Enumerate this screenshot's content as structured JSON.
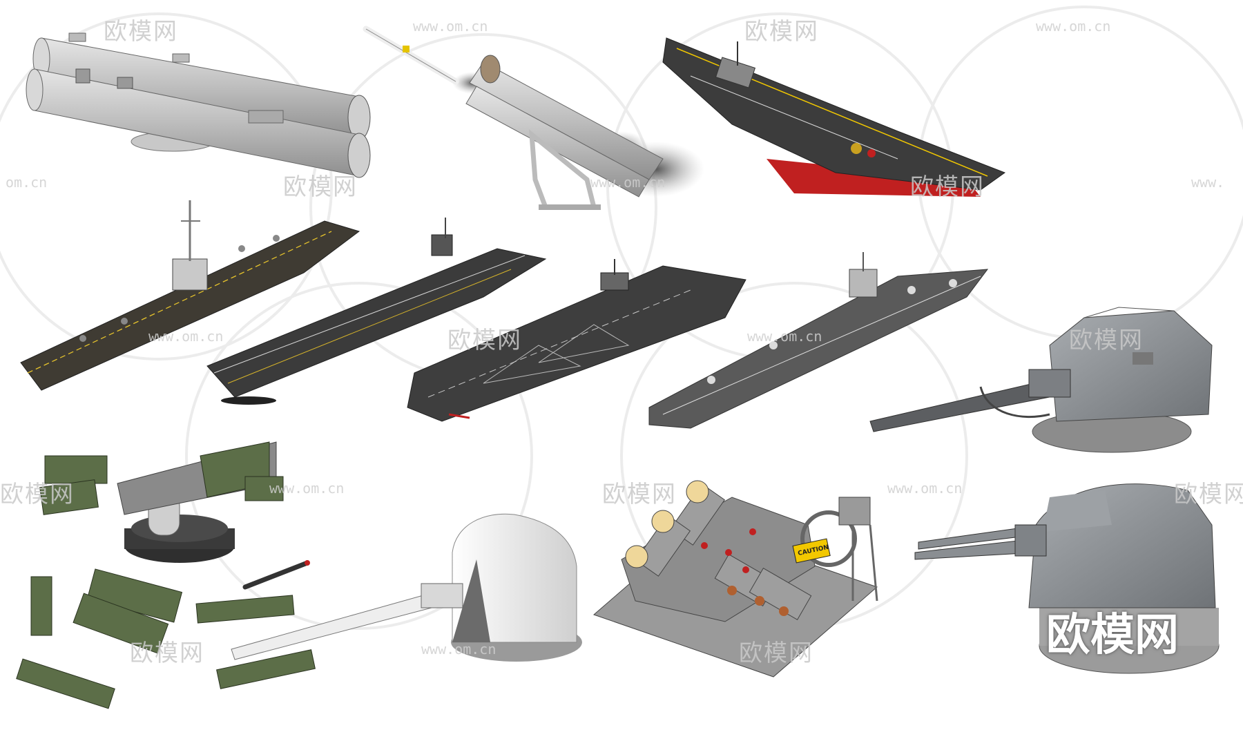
{
  "watermarks": {
    "brand": "欧模网",
    "url": "www.om.cn",
    "url_cut_left": "om.cn",
    "url_cut_right": "www."
  },
  "caution_sign": {
    "title": "CAUTION"
  },
  "colors": {
    "background": "#ffffff",
    "deck": "#3c3c3c",
    "hull_gray": "#9a9a9a",
    "turret_gray": "#8d9196",
    "olive_green": "#5c6e48",
    "hull_red": "#c02020",
    "stencil_yellow": "#f2c800"
  }
}
